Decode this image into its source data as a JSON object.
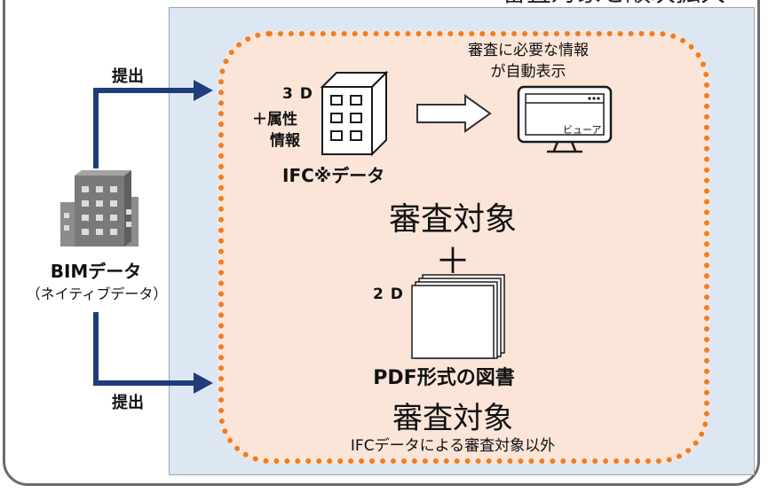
{
  "header": {
    "cut_title": "審査対象を順次拡大"
  },
  "flow": {
    "submit_top": "提出",
    "submit_bottom": "提出"
  },
  "bim": {
    "title": "BIMデータ",
    "subtitle": "（ネイティブデータ）"
  },
  "ifc": {
    "attr_line1": "3 D",
    "attr_line2": "＋属性",
    "attr_line3": "情報",
    "title": "IFC※データ",
    "viewer_caption_line1": "審査に必要な情報",
    "viewer_caption_line2": "が自動表示",
    "viewer_screen_label": "ビューア",
    "review_label": "審査対象"
  },
  "plus": "＋",
  "pdf": {
    "dim_label": "2 D",
    "title": "PDF形式の図書",
    "review_label": "審査対象",
    "note": "IFCデータによる審査対象以外"
  },
  "colors": {
    "frame": "#6b6b6b",
    "panel": "#dde7f3",
    "orange_border": "#ef7d22",
    "orange_fill": "#fbe5d8",
    "arrow": "#1f3d7a"
  }
}
